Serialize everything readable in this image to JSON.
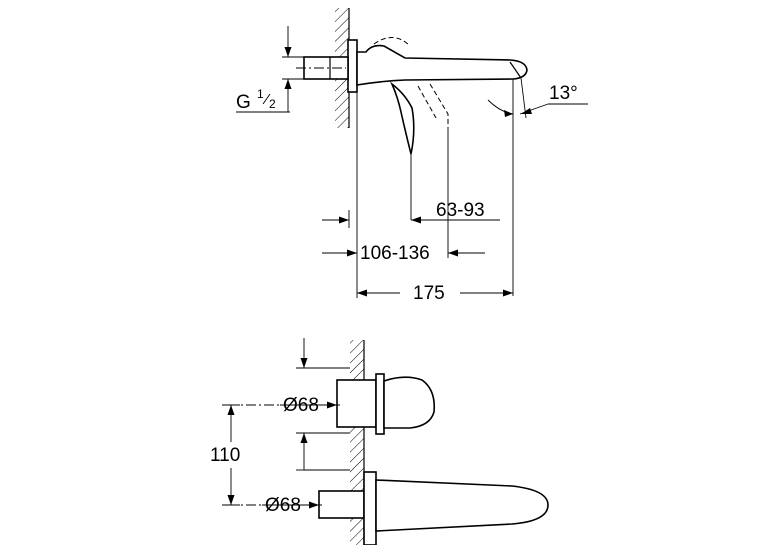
{
  "side_view": {
    "thread_label": "G",
    "thread_fraction_num": "1",
    "thread_fraction_den": "2",
    "angle_label": "13°",
    "dim_lever": "63-93",
    "dim_wall": "106-136",
    "dim_spout": "175"
  },
  "top_view": {
    "dia_upper": "Ø68",
    "dia_lower": "Ø68",
    "dim_spacing": "110"
  }
}
